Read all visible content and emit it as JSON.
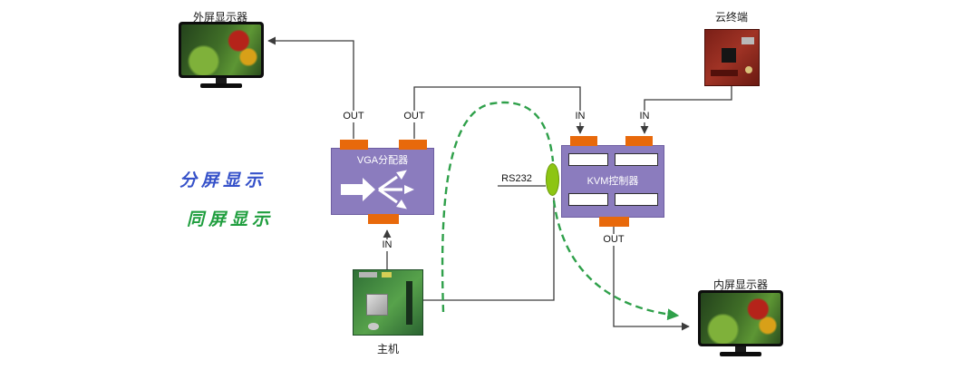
{
  "colors": {
    "box_purple": "#8b7cbe",
    "connector_orange": "#e8690b",
    "rs232_green": "#8dc513",
    "split_blue": "#3551c9",
    "same_green": "#1f9e3e",
    "line_dark": "#3c3c3c",
    "dash_green": "#2fa04a"
  },
  "devices": {
    "external_monitor": {
      "label": "外屏显示器"
    },
    "cloud_terminal": {
      "label": "云终端"
    },
    "internal_monitor": {
      "label": "内屏显示器"
    },
    "host": {
      "label": "主机"
    },
    "vga_splitter": {
      "label": "VGA分配器"
    },
    "kvm_controller": {
      "label": "KVM控制器"
    }
  },
  "ports": {
    "vga_out_left": "OUT",
    "vga_out_right": "OUT",
    "vga_in": "IN",
    "kvm_in_left": "IN",
    "kvm_in_right": "IN",
    "kvm_out": "OUT",
    "rs232": "RS232"
  },
  "legend": {
    "split_display": "分屏显示",
    "same_display": "同屏显示"
  }
}
